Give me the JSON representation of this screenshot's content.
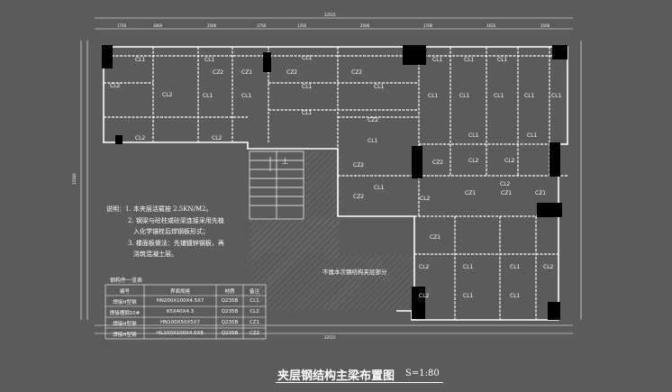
{
  "drawing": {
    "title": "夹层钢结构主梁布置图",
    "scale": "S=1:80",
    "stair_label": "上",
    "hatch_label": "不属本次钢结构夹层部分"
  },
  "notes": {
    "lines": [
      "说明：1. 本夹层活载按 2.5KN/M2。",
      "2. 钢梁与砼柱或砼梁连接采用先植",
      "入化学锚栓后焊钢板形式；",
      "3. 楼面板做法：先铺镀锌钢板，再",
      "浇筑混凝土层。"
    ]
  },
  "schedule": {
    "title": "钢构件一览表",
    "headers": [
      "编号",
      "界面规格",
      "材质",
      "备注"
    ],
    "rows": [
      [
        "焊接H型钢",
        "HN200X100X4.5X7",
        "Q235B",
        "CL1"
      ],
      [
        "焊接槽钢10#",
        "65X40X4.3",
        "Q235B",
        "CL2"
      ],
      [
        "焊接H型钢",
        "HN100X50X5X7",
        "Q235B",
        "CZ1"
      ],
      [
        "焊接H型钢",
        "HL100X100X4.5X8",
        "Q235B",
        "CZ2"
      ]
    ]
  },
  "beam_labels": {
    "cl1": "CL1",
    "cl2": "CL2",
    "cz1": "CZ1",
    "cz2": "CZ2"
  },
  "colors": {
    "background": "#5b5b5b",
    "line": "#ffffff",
    "column": "#000000",
    "hatch": "#8a7a6e"
  }
}
